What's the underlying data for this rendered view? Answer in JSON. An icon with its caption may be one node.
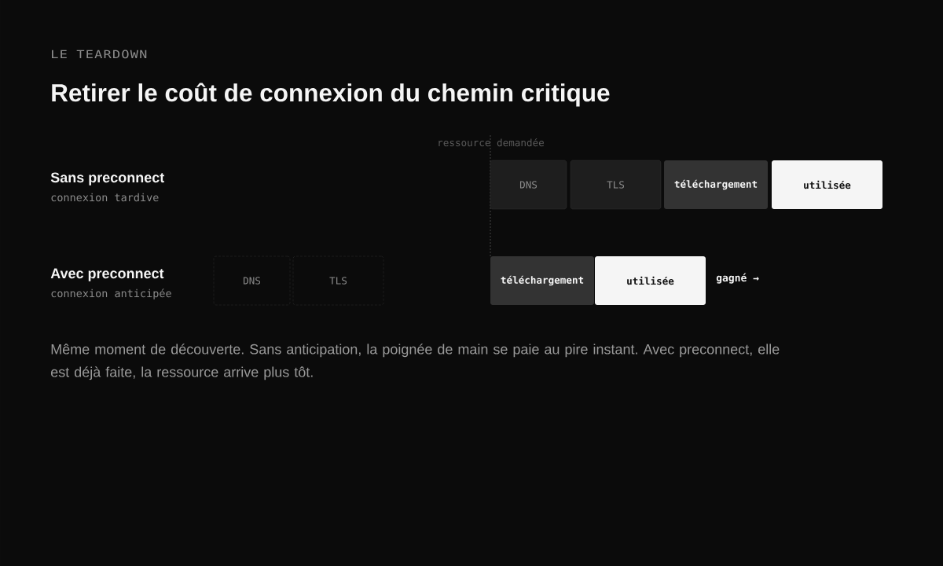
{
  "diagram": {
    "title": "Retirer le coût de connexion du chemin critique",
    "caption": "Même moment de découverte. Sans anticipation, la poignée de main se paie au pire instant. Avec preconnect, elle est déjà faite, la ressource arrive plus tôt.",
    "nodes": [
      {
        "text": [
          "DNS"
        ]
      },
      {
        "text": [
          "TLS"
        ]
      },
      {
        "text": [
          "téléchargement"
        ]
      },
      {
        "text": [
          "utilisée"
        ]
      },
      {
        "text": [
          "DNS"
        ]
      },
      {
        "text": [
          "TLS"
        ]
      },
      {
        "text": [
          "téléchargement"
        ]
      },
      {
        "text": [
          "utilisée"
        ]
      }
    ],
    "labels": [
      "LE TEARDOWN",
      "ressource demandée",
      "Sans preconnect",
      "connexion tardive",
      "Avec preconnect",
      "connexion anticipée",
      "gagné →"
    ]
  }
}
